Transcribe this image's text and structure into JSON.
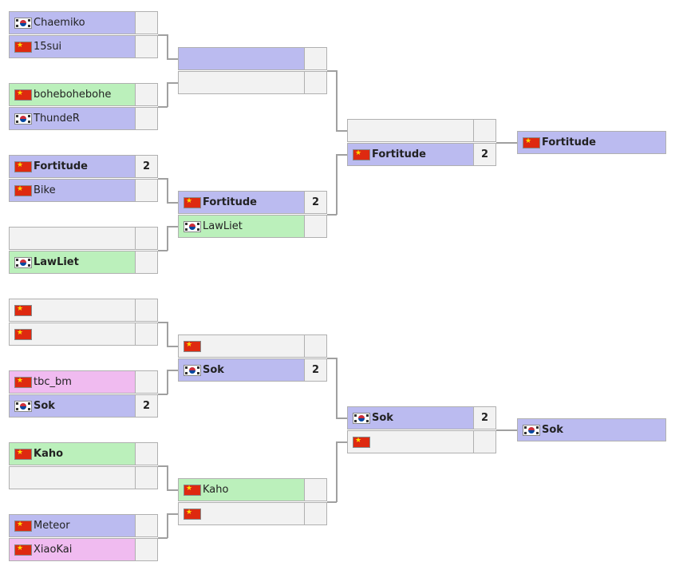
{
  "colors": {
    "highlight_blue": "#bbbbf0",
    "highlight_green": "#bbf0bb",
    "highlight_pink": "#f0bbf0",
    "empty_slot": "#f2f2f2",
    "connector": "#a0a0a0"
  },
  "round1": {
    "m1": {
      "p1": {
        "name": "Chaemiko",
        "flag": "kr-flag-icon",
        "score": ""
      },
      "p2": {
        "name": "15sui",
        "flag": "cn-flag-icon",
        "score": ""
      }
    },
    "m2": {
      "p1": {
        "name": "bohebohebohe",
        "flag": "cn-flag-icon",
        "score": ""
      },
      "p2": {
        "name": "ThundeR",
        "flag": "kr-flag-icon",
        "score": ""
      }
    },
    "m3": {
      "p1": {
        "name": "Fortitude",
        "flag": "cn-flag-icon",
        "score": "2"
      },
      "p2": {
        "name": "Bike",
        "flag": "cn-flag-icon",
        "score": ""
      }
    },
    "m4": {
      "p1": {
        "name": "",
        "score": ""
      },
      "p2": {
        "name": "LawLiet",
        "flag": "kr-flag-icon",
        "score": ""
      }
    },
    "m5": {
      "p1": {
        "name": "",
        "flag": "cn-flag-icon",
        "score": ""
      },
      "p2": {
        "name": "",
        "flag": "cn-flag-icon",
        "score": ""
      }
    },
    "m6": {
      "p1": {
        "name": "tbc_bm",
        "flag": "cn-flag-icon",
        "score": ""
      },
      "p2": {
        "name": "Sok",
        "flag": "kr-flag-icon",
        "score": "2"
      }
    },
    "m7": {
      "p1": {
        "name": "Kaho",
        "flag": "cn-flag-icon",
        "score": ""
      },
      "p2": {
        "name": "",
        "score": ""
      }
    },
    "m8": {
      "p1": {
        "name": "Meteor",
        "flag": "cn-flag-icon",
        "score": ""
      },
      "p2": {
        "name": "XiaoKai",
        "flag": "cn-flag-icon",
        "score": ""
      }
    }
  },
  "round2": {
    "m1": {
      "p1": {
        "name": "",
        "score": ""
      },
      "p2": {
        "name": "",
        "score": ""
      }
    },
    "m2": {
      "p1": {
        "name": "Fortitude",
        "flag": "cn-flag-icon",
        "score": "2"
      },
      "p2": {
        "name": "LawLiet",
        "flag": "kr-flag-icon",
        "score": ""
      }
    },
    "m3": {
      "p1": {
        "name": "",
        "flag": "cn-flag-icon",
        "score": ""
      },
      "p2": {
        "name": "Sok",
        "flag": "kr-flag-icon",
        "score": "2"
      }
    },
    "m4": {
      "p1": {
        "name": "Kaho",
        "flag": "cn-flag-icon",
        "score": ""
      },
      "p2": {
        "name": "",
        "flag": "cn-flag-icon",
        "score": ""
      }
    }
  },
  "round3": {
    "m1": {
      "p1": {
        "name": "",
        "score": ""
      },
      "p2": {
        "name": "Fortitude",
        "flag": "cn-flag-icon",
        "score": "2"
      }
    },
    "m2": {
      "p1": {
        "name": "Sok",
        "flag": "kr-flag-icon",
        "score": "2"
      },
      "p2": {
        "name": "",
        "flag": "cn-flag-icon",
        "score": ""
      }
    }
  },
  "qualifiers": {
    "q1": {
      "name": "Fortitude",
      "flag": "cn-flag-icon"
    },
    "q2": {
      "name": "Sok",
      "flag": "kr-flag-icon"
    }
  }
}
